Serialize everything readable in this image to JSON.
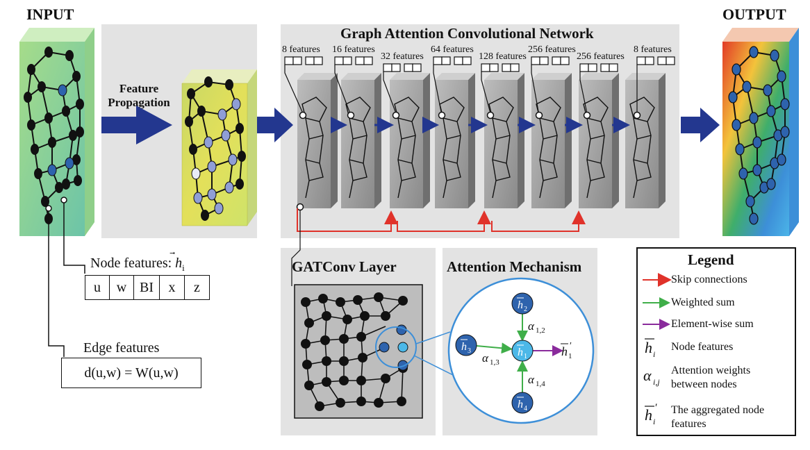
{
  "labels": {
    "input": "INPUT",
    "output": "OUTPUT",
    "feature_propagation_line1": "Feature",
    "feature_propagation_line2": "Propagation",
    "network_title": "Graph Attention Convolutional Network",
    "gatconv_title": "GATConv Layer",
    "attention_title": "Attention Mechanism"
  },
  "layer_features": [
    "8 features",
    "16 features",
    "32 features",
    "64 features",
    "128 features",
    "256 features",
    "256 features",
    "8 features"
  ],
  "node_features": {
    "label": "Node features: ",
    "symbol": "h",
    "subscript": "i",
    "cells": [
      "u",
      "w",
      "BI",
      "x",
      "z"
    ]
  },
  "edge_features": {
    "label": "Edge features",
    "formula": "d(u,w) = W(u,w)"
  },
  "attention": {
    "nodes": [
      "h1",
      "h2",
      "h3",
      "h4"
    ],
    "weights": [
      "α1,2",
      "α1,3",
      "α1,4"
    ],
    "output": "h1′"
  },
  "legend": {
    "title": "Legend",
    "items": [
      {
        "symbol": "red-arrow",
        "text": "Skip connections",
        "color": "#e0322a"
      },
      {
        "symbol": "green-arrow",
        "text": "Weighted sum",
        "color": "#3fae49"
      },
      {
        "symbol": "purple-arrow",
        "text": "Element-wise sum",
        "color": "#8a2b9c"
      },
      {
        "symbol": "h-i",
        "text": "Node features"
      },
      {
        "symbol": "alpha-ij",
        "text": "Attention weights",
        "text2": "between nodes"
      },
      {
        "symbol": "h-i-prime",
        "text": "The aggregated node",
        "text2": "features"
      }
    ]
  },
  "colors": {
    "panel": "#e3e3e3",
    "arrow": "#23378f",
    "skip": "#e0322a",
    "weighted": "#3fae49",
    "elementwise": "#8a2b9c",
    "node_blue": "#2e63ad",
    "node_light": "#4cb8e8"
  }
}
